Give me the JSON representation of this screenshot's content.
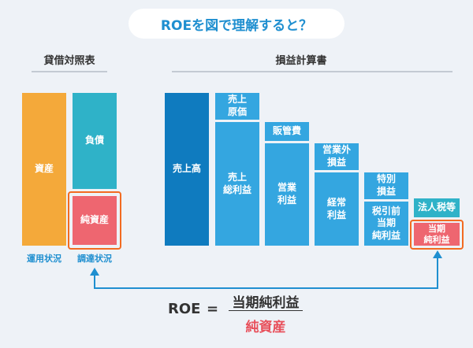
{
  "title": "ROEを図で理解すると？",
  "balance_sheet": {
    "heading": "貸借対照表",
    "assets": "資産",
    "liabilities": "負債",
    "net_assets": "純資産",
    "usage": "運用状況",
    "procurement": "調達状況"
  },
  "income_statement": {
    "heading": "損益計算書",
    "sales": "売上高",
    "cost_of_sales": "売上\n原価",
    "gross_profit": "売上\n総利益",
    "sga": "販管費",
    "operating_profit": "営業\n利益",
    "non_operating": "営業外\n損益",
    "ordinary_profit": "経常\n利益",
    "extraordinary": "特別\n損益",
    "pretax_profit": "税引前\n当期\n純利益",
    "taxes": "法人税等",
    "net_income": "当期\n純利益"
  },
  "formula": {
    "lhs": "ROE",
    "equals": "=",
    "numerator": "当期純利益",
    "denominator": "純資産"
  },
  "colors": {
    "orange": "#f4a93a",
    "teal": "#2fb2c8",
    "red_block": "#ee6670",
    "dark_blue": "#0f7bbf",
    "light_blue": "#34a6e0",
    "frame": "#f26b21",
    "accent_blue": "#1f8fd0",
    "denominator_red": "#e8505b"
  }
}
